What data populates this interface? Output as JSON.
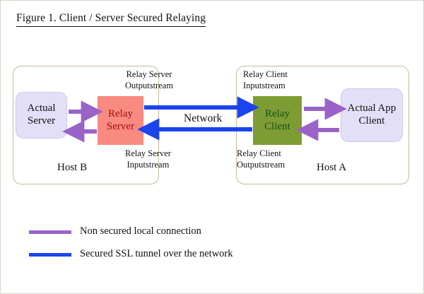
{
  "figure": {
    "title": "Figure 1. Client / Server Secured Relaying"
  },
  "hosts": [
    {
      "id": "host-b",
      "label": "Host B"
    },
    {
      "id": "host-a",
      "label": "Host A"
    }
  ],
  "nodes": {
    "actual_server": {
      "line1": "Actual",
      "line2": "Server",
      "fill": "#e2dff7",
      "text_color": "#111111"
    },
    "relay_server": {
      "line1": "Relay",
      "line2": "Server",
      "fill": "#f98a80",
      "text_color": "#a00d10"
    },
    "relay_client": {
      "line1": "Relay",
      "line2": "Client",
      "fill": "#7d9c33",
      "text_color": "#16521c"
    },
    "actual_app_client": {
      "line1": "Actual App",
      "line2": "Client",
      "fill": "#e2dff7",
      "text_color": "#111111"
    }
  },
  "annotations": {
    "relay_server_output": {
      "line1": "Relay Server",
      "line2": "Outputstream"
    },
    "relay_server_input": {
      "line1": "Relay Server",
      "line2": "Inputstream"
    },
    "relay_client_input": {
      "line1": "Relay Client",
      "line2": "Inputstream"
    },
    "relay_client_output": {
      "line1": "Relay Client",
      "line2": "Outputstream"
    },
    "network": "Network"
  },
  "legend": {
    "items": [
      {
        "label": "Non secured local connection",
        "color": "#9a63c8"
      },
      {
        "label": "Secured SSL tunnel over the network",
        "color": "#1a44ef"
      }
    ]
  },
  "colors": {
    "purple_arrow": "#9a63c8",
    "blue_arrow": "#1a44ef",
    "host_border": "#c9b99a",
    "lavender": "#e2dff7",
    "salmon": "#f98a80",
    "olive": "#7d9c33"
  }
}
